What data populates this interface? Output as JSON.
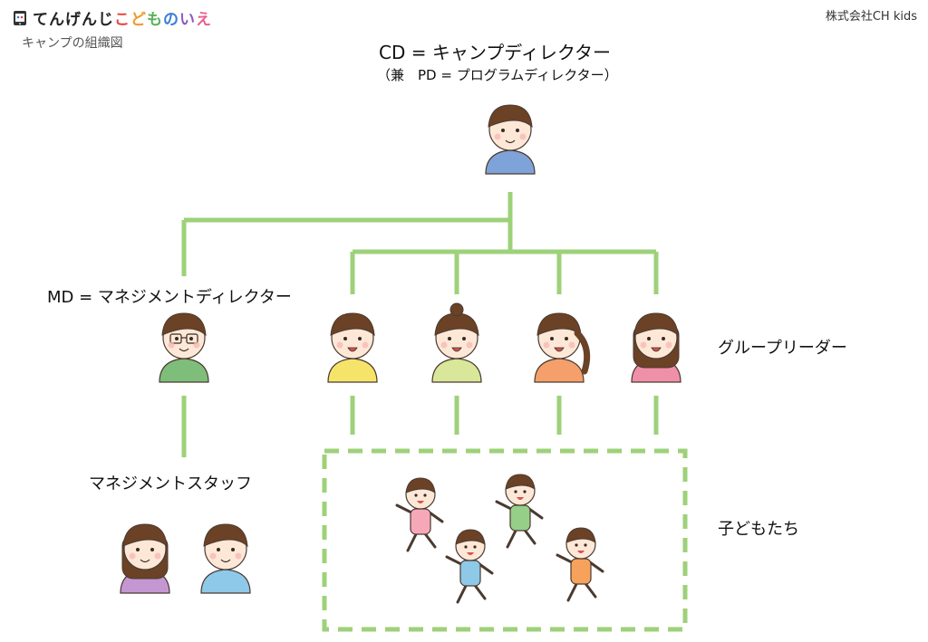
{
  "header": {
    "logo_chars": [
      {
        "char": "て",
        "color": "#222222"
      },
      {
        "char": "ん",
        "color": "#222222"
      },
      {
        "char": "げ",
        "color": "#222222"
      },
      {
        "char": "ん",
        "color": "#222222"
      },
      {
        "char": "じ",
        "color": "#222222"
      },
      {
        "char": "こ",
        "color": "#e8463c"
      },
      {
        "char": "ど",
        "color": "#f09a2b"
      },
      {
        "char": "も",
        "color": "#58b25a"
      },
      {
        "char": "の",
        "color": "#3a7ed6"
      },
      {
        "char": "い",
        "color": "#8e5bc2"
      },
      {
        "char": "え",
        "color": "#e8608e"
      }
    ],
    "subtitle": "キャンプの組織図",
    "company": "株式会社CH kids"
  },
  "roles": {
    "cd_title": "CD = キャンプディレクター",
    "cd_sub": "（兼　PD = プログラムディレクター）",
    "md_title": "MD = マネジメントディレクター",
    "group_leader": "グループリーダー",
    "management_staff": "マネジメントスタッフ",
    "children": "子どもたち"
  },
  "colors": {
    "connector": "#9ed17a",
    "skin": "#fde8d8",
    "hair": "#6b4226",
    "cd_shirt": "#7ea3d9",
    "md_shirt": "#7fbe7a",
    "leaders_shirts": [
      "#f6e46a",
      "#d8e79a",
      "#f5a06a",
      "#f08fa8"
    ],
    "staff_shirts": [
      "#c597d2",
      "#8ec9ea"
    ],
    "kids_shirts": [
      "#f7a8b8",
      "#8fc9e8",
      "#95cf88",
      "#f7a25c"
    ]
  },
  "icons": [
    "person-avatar-icon",
    "running-child-icon",
    "logo-tablet-icon"
  ]
}
